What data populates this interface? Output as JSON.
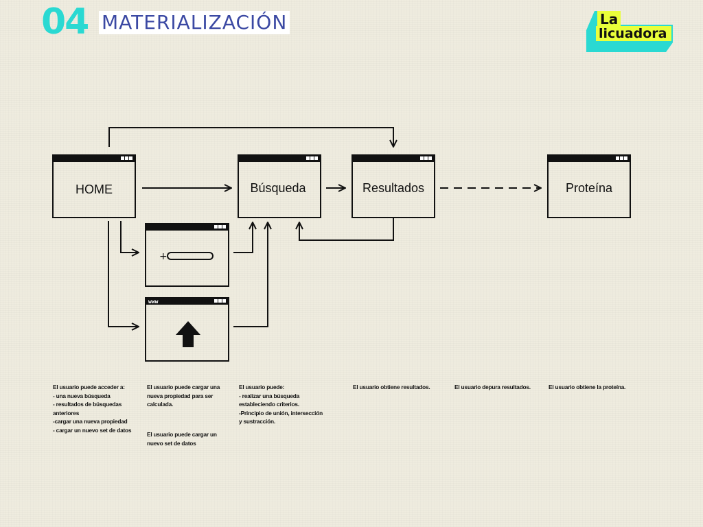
{
  "header": {
    "number": "04",
    "title": "MATERIALIZACIÓN"
  },
  "logo": {
    "line1": "La",
    "line2": "licuadora",
    "colors": {
      "cyan": "#2ad9d2",
      "yellow": "#e9ff3a"
    }
  },
  "colors": {
    "accent_number": "#2ad9d2",
    "title_text": "#3b49a3",
    "stroke": "#111111",
    "background": "#efecdf"
  },
  "windows": {
    "home": "HOME",
    "busqueda": "Búsqueda",
    "resultados": "Resultados",
    "proteina": "Proteína",
    "upload_url": "www",
    "add_property_plus": "+"
  },
  "descriptions": {
    "home": "El usuario puede acceder a:\n- una nueva búsqueda\n- resultados de búsquedas\nanteriores\n-cargar una nueva propiedad\n- cargar un nuevo set de datos",
    "property": "El usuario puede cargar una\nnueva propiedad para ser\ncalculada.",
    "dataset": "El usuario puede cargar un\nnuevo set de datos",
    "busqueda": "El usuario puede:\n- realizar una búsqueda\nestableciendo criterios.\n-Principio de unión, intersección\ny sustracción.",
    "resultados": "El usuario obtiene resultados.",
    "depura": "El usuario depura resultados.",
    "proteina": "El usuario obtiene la proteína."
  }
}
